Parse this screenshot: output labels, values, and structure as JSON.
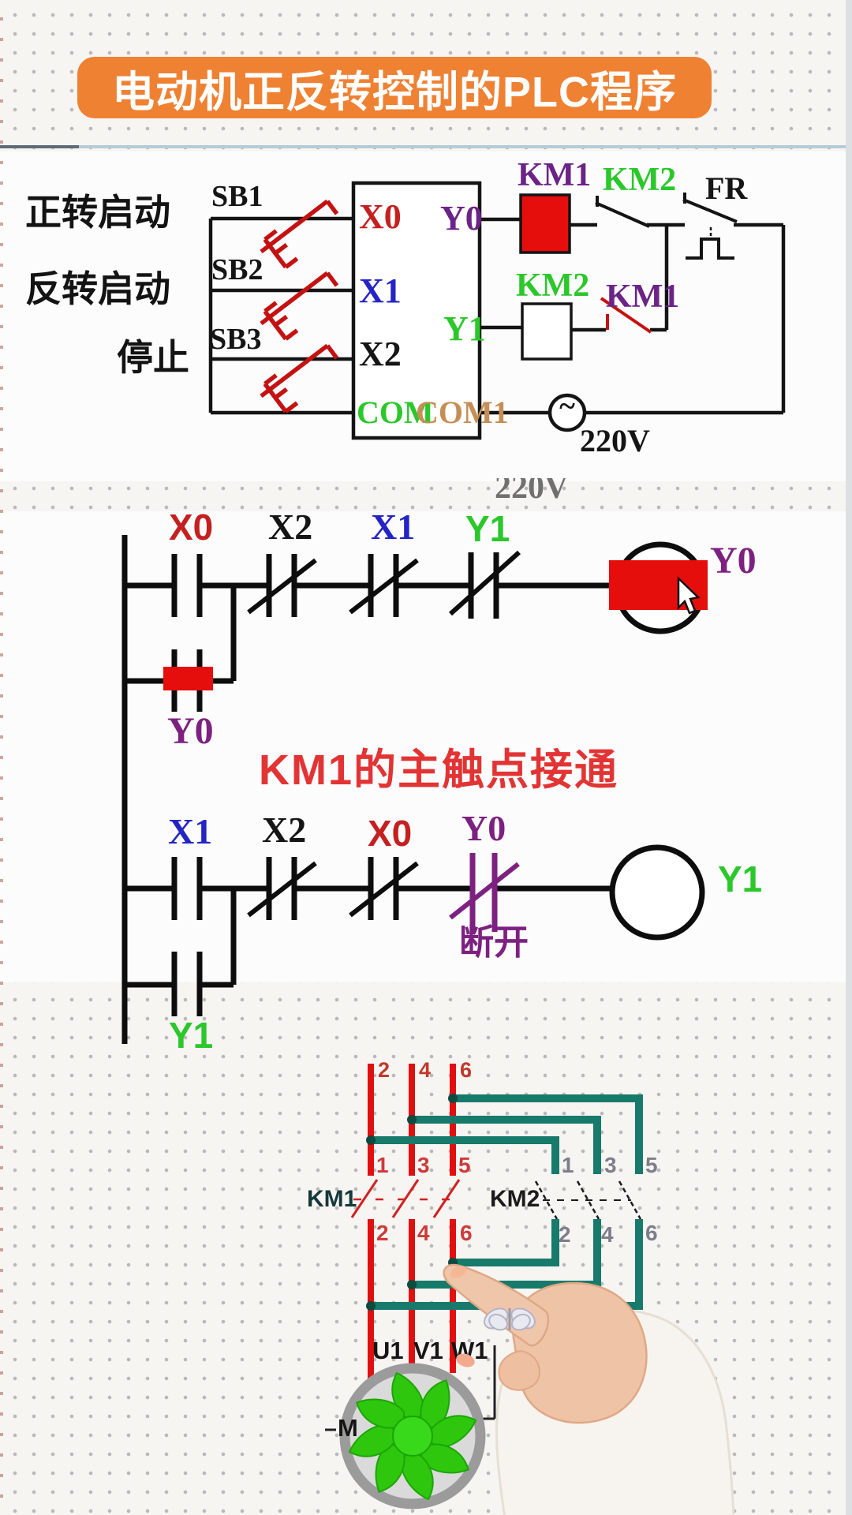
{
  "banner": {
    "title": "电动机正反转控制的PLC程序"
  },
  "wiring": {
    "function_labels": [
      "正转启动",
      "反转启动",
      "停止"
    ],
    "buttons": [
      "SB1",
      "SB2",
      "SB3"
    ],
    "inputs": [
      "X0",
      "X1",
      "X2"
    ],
    "outputs": [
      "Y0",
      "Y1"
    ],
    "commons": [
      "COM",
      "COM1"
    ],
    "km1_coil": "KM1",
    "km2_nc": "KM2",
    "fr": "FR",
    "km2_coil": "KM2",
    "km1_nc": "KM1",
    "ac_symbol": "~",
    "voltage": "220V",
    "ghost_voltage": "220V"
  },
  "ladder": {
    "rung1": {
      "contacts": [
        "X0",
        "X2",
        "X1",
        "Y1"
      ],
      "coil": "Y0",
      "parallel": "Y0"
    },
    "annotation": "KM1的主触点接通",
    "rung2": {
      "contacts": [
        "X1",
        "X2",
        "X0",
        "Y0"
      ],
      "coil": "Y1",
      "parallel": "Y1",
      "state_note": "断开"
    }
  },
  "main_circuit": {
    "km1": "KM1",
    "km2": "KM2",
    "supply_terminals": [
      "2",
      "4",
      "6"
    ],
    "km1_upper": [
      "1",
      "3",
      "5"
    ],
    "km1_lower": [
      "2",
      "4",
      "6"
    ],
    "km2_upper": [
      "1",
      "3",
      "5"
    ],
    "km2_lower": [
      "2",
      "4",
      "6"
    ],
    "motor_terminals": [
      "U1",
      "V1",
      "W1"
    ],
    "motor_label": "M"
  },
  "colors": {
    "banner_orange": "#ef8133",
    "wire_red": "#e01010",
    "wire_teal": "#177a6b",
    "coil_highlight_red": "#e60d0d",
    "label_green": "#2bc72b",
    "label_purple": "#7d2181",
    "label_blue": "#2424c4",
    "annotation_red": "#e23434"
  }
}
